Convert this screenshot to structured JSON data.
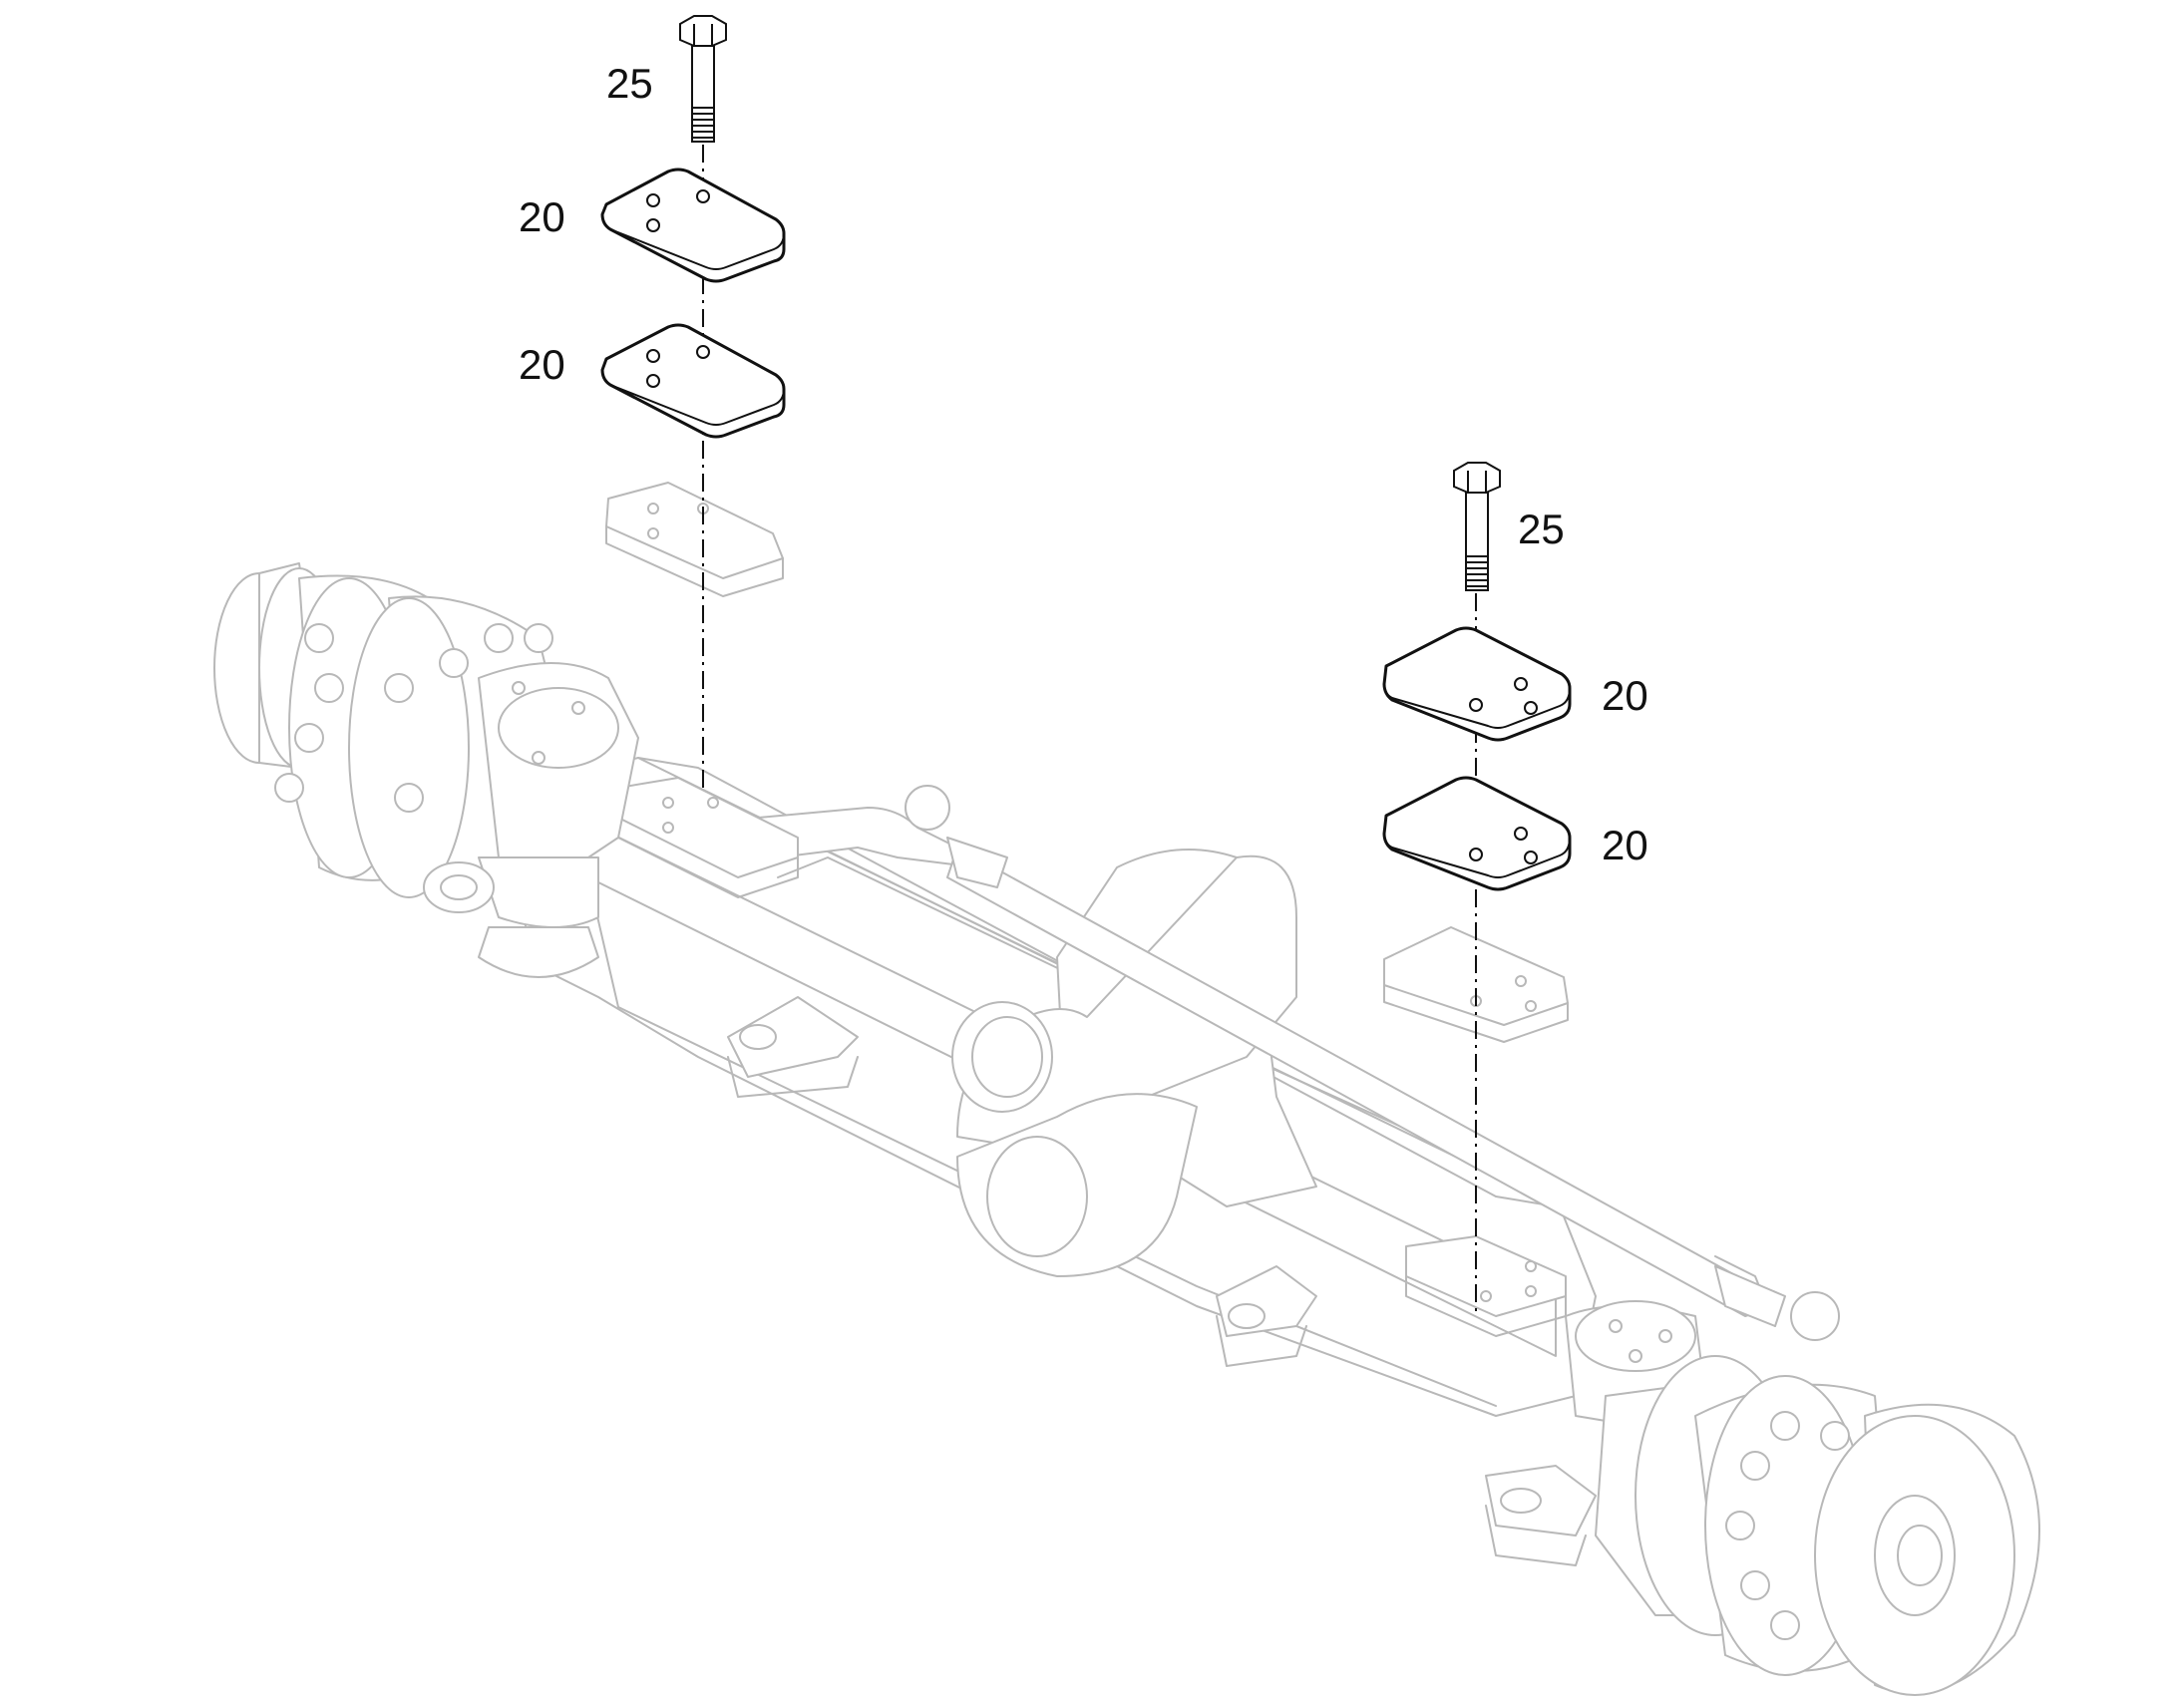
{
  "callouts": {
    "left_bolt": "25",
    "left_plate_upper": "20",
    "left_plate_lower": "20",
    "right_bolt": "25",
    "right_plate_upper": "20",
    "right_plate_lower": "20"
  }
}
